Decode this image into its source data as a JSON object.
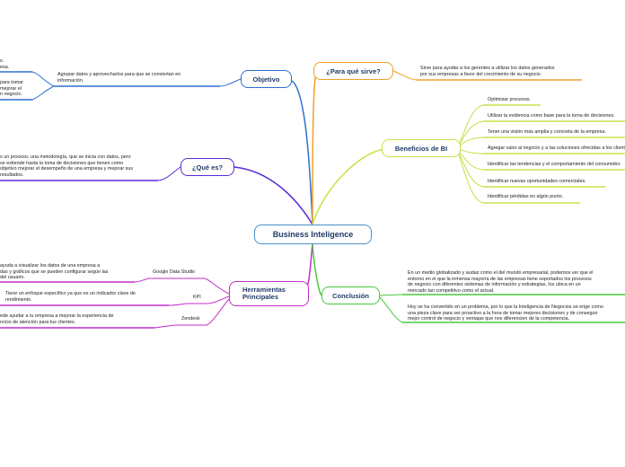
{
  "central": "Business Inteligence",
  "objetivo": {
    "label": "Objetivo",
    "text": [
      "Agrupar datos y aprovecharlos para que se conviertan en",
      "información."
    ],
    "left_top": [
      "s.",
      "esa."
    ],
    "left_mid": [
      "para tomar",
      "mejorar el",
      "n negocio."
    ]
  },
  "que_es": {
    "label": "¿Qué es?",
    "text": [
      "s un proceso, una metodología, que se inicia con datos, pero",
      "se extiende hasta la toma de decisiones que tienen como",
      "objetivo mejorar el desempeño de una empresa y mejorar sus",
      "resultados."
    ]
  },
  "herramientas": {
    "label": "Herramientas Principales",
    "items": [
      {
        "name": "Google Data Studio",
        "text": [
          "ayuda a visualizar los datos de una empresa a",
          "das y gráficos que se pueden configurar según las",
          "del usuario."
        ]
      },
      {
        "name": "KPI",
        "text": [
          "Tiene un enfoque específico ya que es un indicador clave de",
          "rendimiento."
        ]
      },
      {
        "name": "Zendesk",
        "text": [
          "ede ayudar a tu empresa a mejorar la experiencia de",
          "rvicio de atención para tus clientes."
        ]
      }
    ]
  },
  "para_que": {
    "label": "¿Para qué sirve?",
    "text": [
      "Sirve para ayudar a los gerentes a utilizar los datos generados",
      "por sus empresas a favor del crecimiento de su negocio."
    ]
  },
  "beneficios": {
    "label": "Beneficios de BI",
    "items": [
      "Optimizar procesos.",
      "Utilizar la evidencia como base para la toma de decisiones.",
      "Tener una visión más amplia y concreta de la empresa.",
      "Agregar valor al negocio y a las soluciones ofrecidas a los clientes.",
      "Identificar las tendencias y el comportamiento del consumidor.",
      "Identificar nuevas oportunidades comerciales.",
      "Identificar pérdidas en algún punto."
    ]
  },
  "conclusion": {
    "label": "Conclusión",
    "p1": [
      "En un medio globalizado y audaz como el del mundo empresarial, podemos ver que el",
      "entorno en el que la inmensa mayoría de las empresas tiene soportados los procesos",
      "de negocio con diferentes sistemas de información y estrategias, los ubica en un",
      "mercado tan competitivo como el actual."
    ],
    "p2": [
      "Hoy se ha convertido en un problema, por lo que la Inteligencia de Negocios se erige como",
      "una pieza clave para ser proactivo a la hora de tomar mejores decisiones y de conseguir",
      "mejor control de negocio y ventajas que nos diferencien de la competencia."
    ]
  },
  "colors": {
    "central": "#4a90c8",
    "objetivo": "#2f6fd1",
    "que_es": "#5a2bd8",
    "herramientas": "#c02ec8",
    "para_que": "#f0a02a",
    "beneficios": "#c8e24a",
    "conclusion": "#4ac83c"
  }
}
